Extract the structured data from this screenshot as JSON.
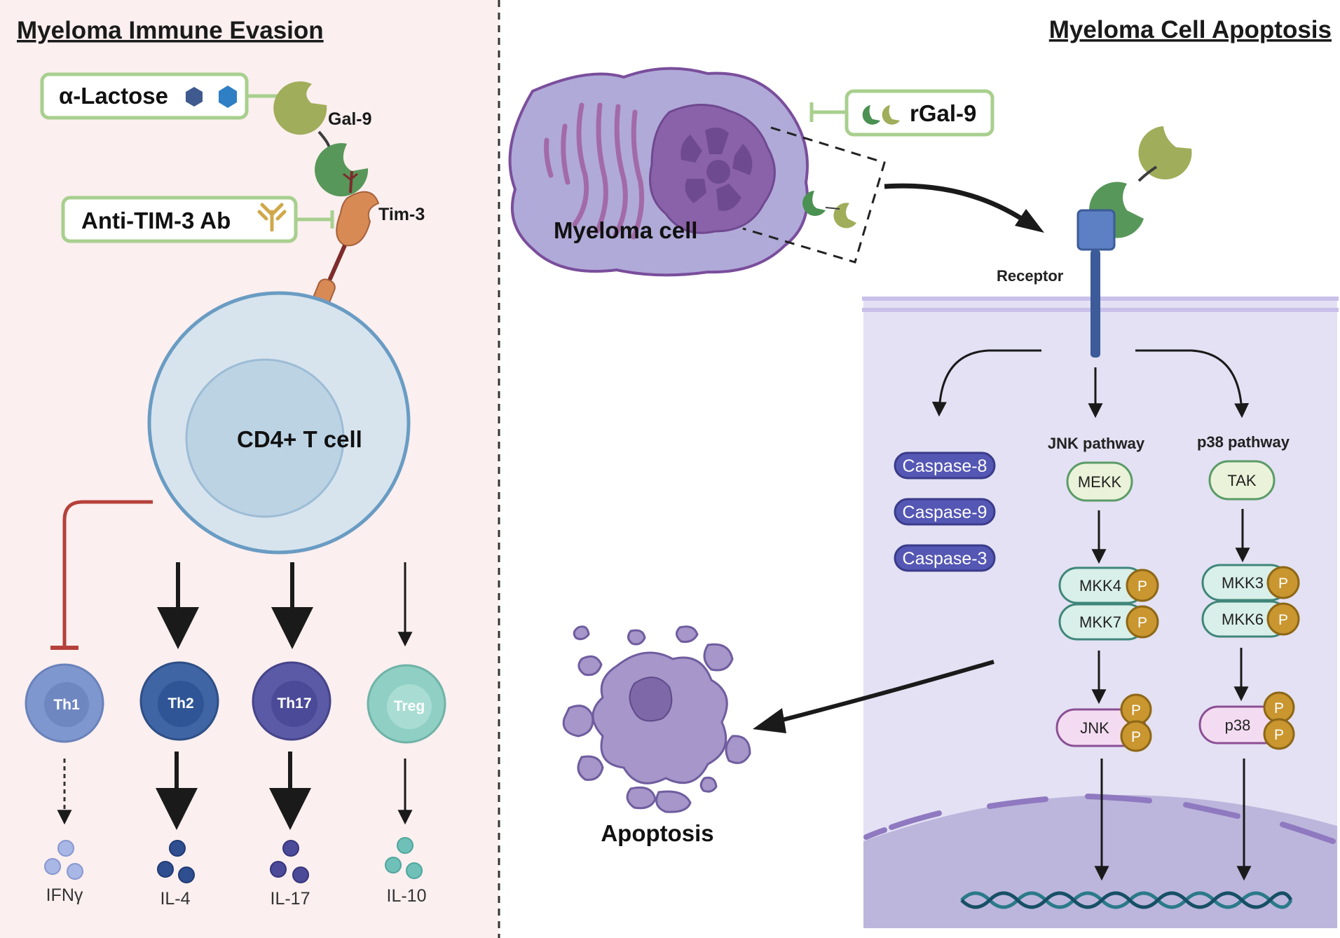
{
  "left_panel": {
    "title": "Myeloma Immune Evasion",
    "alpha_lactose_label": "α-Lactose",
    "anti_tim3_label": "Anti-TIM-3 Ab",
    "gal9_label": "Gal-9",
    "tim3_label": "Tim-3",
    "cd4_label": "CD4+ T cell",
    "subsets": [
      {
        "label": "Th1",
        "cytokine": "IFNγ",
        "color": "#7f97cf"
      },
      {
        "label": "Th2",
        "cytokine": "IL-4",
        "color": "#3f65a4"
      },
      {
        "label": "Th17",
        "cytokine": "IL-17",
        "color": "#5b5aa6"
      },
      {
        "label": "Treg",
        "cytokine": "IL-10",
        "color": "#8fcfc4"
      }
    ]
  },
  "right_panel": {
    "title": "Myeloma Cell Apoptosis",
    "myeloma_cell_label": "Myeloma cell",
    "rgal9_label": "rGal-9",
    "receptor_label": "Receptor",
    "apoptosis_label": "Apoptosis",
    "caspases": [
      "Caspase-8",
      "Caspase-9",
      "Caspase-3"
    ],
    "jnk": {
      "title": "JNK pathway",
      "mekk": "MEKK",
      "kinases": [
        "MKK4",
        "MKK7"
      ],
      "final": "JNK"
    },
    "p38": {
      "title": "p38 pathway",
      "tak": "TAK",
      "kinases": [
        "MKK3",
        "MKK6"
      ],
      "final": "p38"
    },
    "phospho_label": "P"
  },
  "colors": {
    "left_bg": "#fbefef",
    "right_bg": "#e3e1f3",
    "green_box": "#a8cf8e",
    "inhibit_red": "#b5403b",
    "caspase": "#5557b4",
    "phospho": "#c9962f"
  }
}
